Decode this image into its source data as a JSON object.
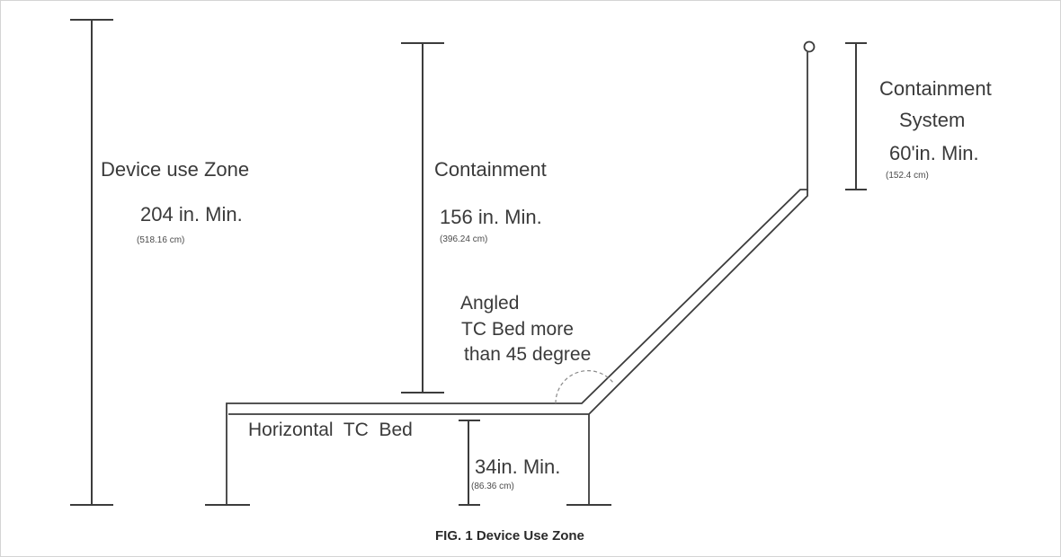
{
  "figure": {
    "caption": "FIG. 1 Device Use Zone"
  },
  "device_zone": {
    "title": "Device use Zone",
    "value": "204 in. Min.",
    "metric": "(518.16 cm)"
  },
  "containment": {
    "title": "Containment",
    "value": "156 in. Min.",
    "metric": "(396.24 cm)"
  },
  "containment_system": {
    "title_line1": "Containment",
    "title_line2": "System",
    "value": "60'in. Min.",
    "metric": "(152.4 cm)"
  },
  "angled_bed": {
    "line1": "Angled",
    "line2": "TC Bed more",
    "line3": "than 45 degree"
  },
  "horizontal_bed": {
    "label": "Horizontal  TC  Bed"
  },
  "bed_height": {
    "value": "34in. Min.",
    "metric": "(86.36 cm)"
  }
}
